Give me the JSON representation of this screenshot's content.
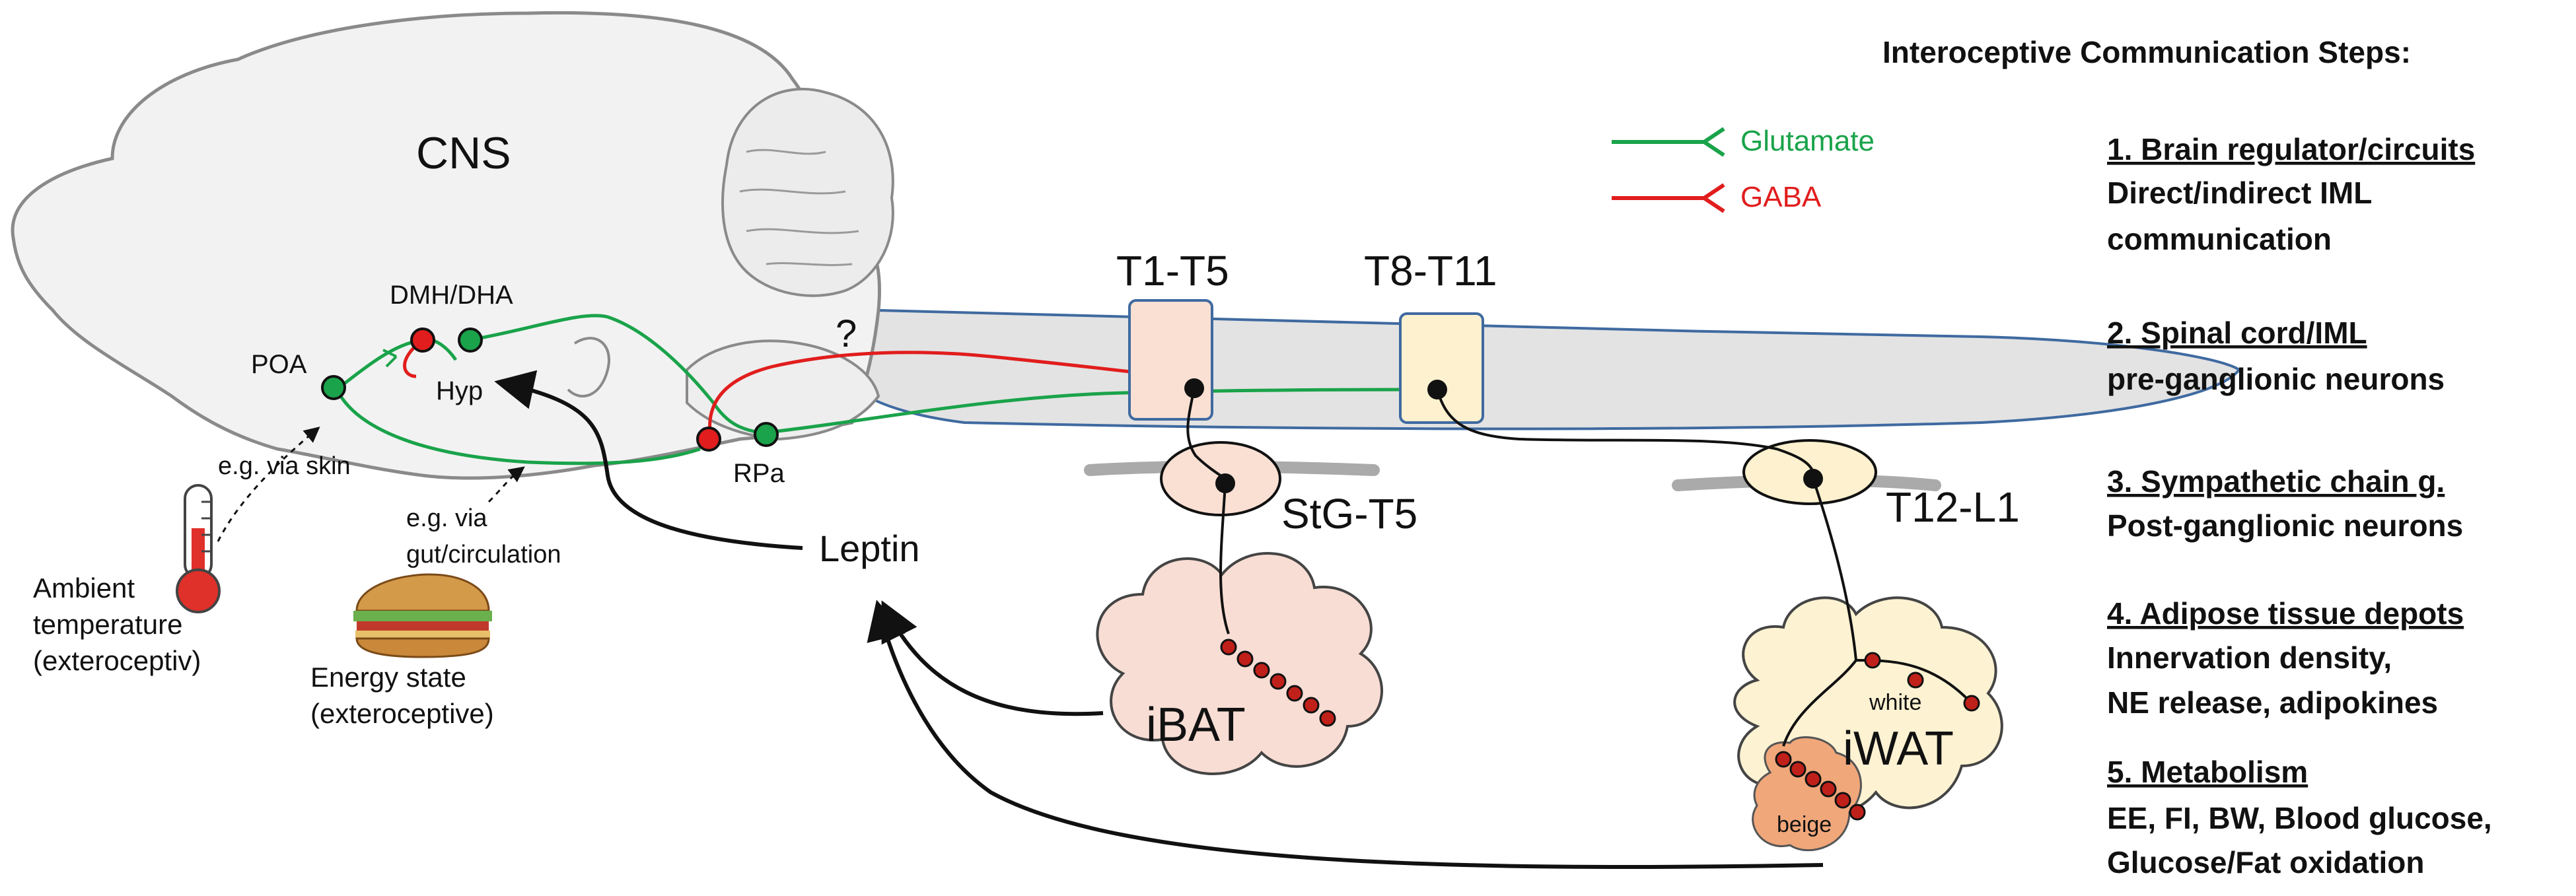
{
  "diagram": {
    "brain": {
      "label": "CNS"
    },
    "brain_regions": {
      "poa": "POA",
      "dmh_dha": "DMH/DHA",
      "hyp": "Hyp",
      "rpa": "RPa",
      "question": "?"
    },
    "legend": [
      {
        "label": "Glutamate",
        "color": "#1aa34a"
      },
      {
        "label": "GABA",
        "color": "#e11d1d"
      }
    ],
    "spinal_segments": [
      "T1-T5",
      "T8-T11"
    ],
    "ganglia": [
      "StG-T5",
      "T12-L1"
    ],
    "hormone": "Leptin",
    "tissues": {
      "ibat": "iBAT",
      "iwat": "iWAT",
      "white": "white",
      "beige": "beige"
    },
    "inputs": {
      "skin_route": "e.g. via skin",
      "gut_route_line1": "e.g. via",
      "gut_route_line2": "gut/circulation",
      "ambient_line1": "Ambient",
      "ambient_line2": "temperature",
      "ambient_line3": "(exteroceptiv)",
      "energy_line1": "Energy state",
      "energy_line2": "(exteroceptive)"
    },
    "colors": {
      "brain_fill": "#f2f2f2",
      "brain_stroke": "#8a8a8a",
      "spinal_fill": "#e3e3e3",
      "spinal_stroke": "#3f6aa0",
      "seg1_fill": "#f9e0d3",
      "seg2_fill": "#fdf1cf",
      "ganglion1_fill": "#f9e0d3",
      "ganglion2_fill": "#fdf1cf",
      "ibat_fill": "#f8ddd4",
      "iwat_fill": "#fdf2d2",
      "beige_fill": "#f0a77a"
    }
  },
  "steps_panel": {
    "title": "Interoceptive Communication Steps:",
    "steps": [
      {
        "heading": "1. Brain regulator/circuits",
        "lines": [
          "Direct/indirect IML",
          "communication"
        ]
      },
      {
        "heading": "2. Spinal cord/IML",
        "lines": [
          "pre-ganglionic neurons"
        ]
      },
      {
        "heading": "3. Sympathetic chain g.",
        "lines": [
          "Post-ganglionic neurons"
        ]
      },
      {
        "heading": "4. Adipose tissue depots",
        "lines": [
          "Innervation density,",
          "NE release, adipokines"
        ]
      },
      {
        "heading": "5. Metabolism",
        "lines": [
          "EE, FI, BW, Blood glucose,",
          "Glucose/Fat oxidation"
        ]
      }
    ]
  }
}
